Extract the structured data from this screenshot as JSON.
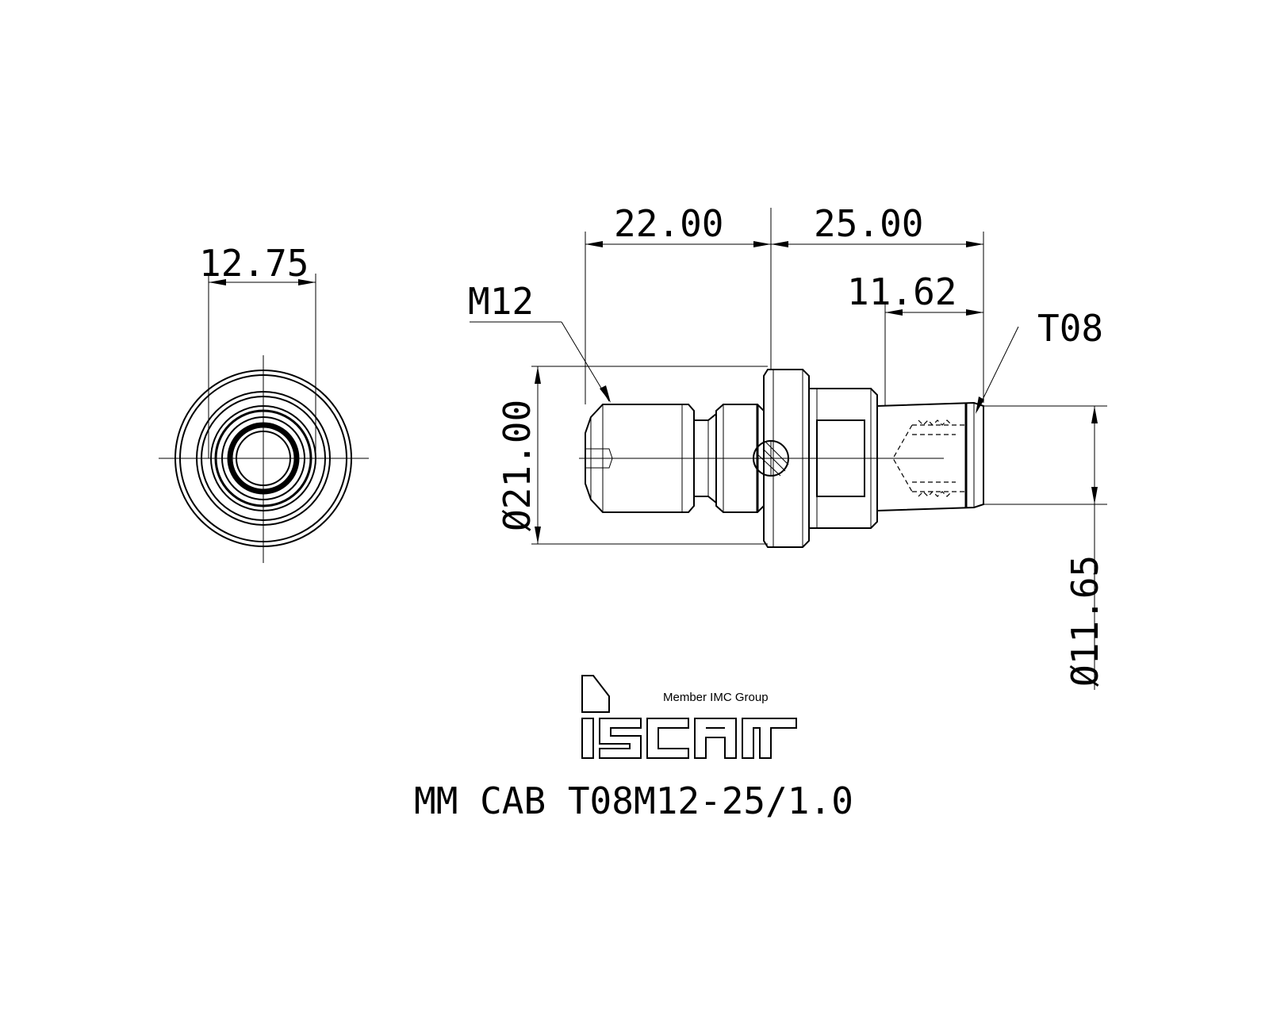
{
  "dimensions": {
    "flange_width": "12.75",
    "length_left": "22.00",
    "length_right": "25.00",
    "tip_length": "11.62",
    "diameter_flange": "Ø21.00",
    "diameter_tip": "Ø11.65"
  },
  "callouts": {
    "thread": "M12",
    "torx": "T08"
  },
  "logo": {
    "tagline": "Member IMC Group",
    "brand": "iscar"
  },
  "part_number": "MM CAB T08M12-25/1.0"
}
